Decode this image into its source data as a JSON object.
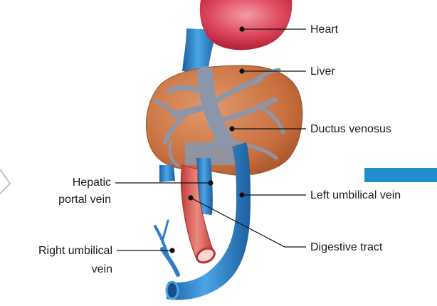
{
  "labels": {
    "heart": "Heart",
    "liver": "Liver",
    "ductus_venosus": "Ductus venosus",
    "left_umbilical_vein": "Left umbilical vein",
    "digestive_tract": "Digestive tract",
    "hepatic_portal_vein_line1": "Hepatic",
    "hepatic_portal_vein_line2": "portal vein",
    "right_umbilical_vein_line1": "Right umbilical",
    "right_umbilical_vein_line2": "vein"
  },
  "colors": {
    "heart": "#d8324a",
    "liver": "#c96a3e",
    "ductus": "#8b95a8",
    "vein": "#2d7fc7",
    "gut": "#d74a4a",
    "accent_bar": "#1f8fd0"
  }
}
